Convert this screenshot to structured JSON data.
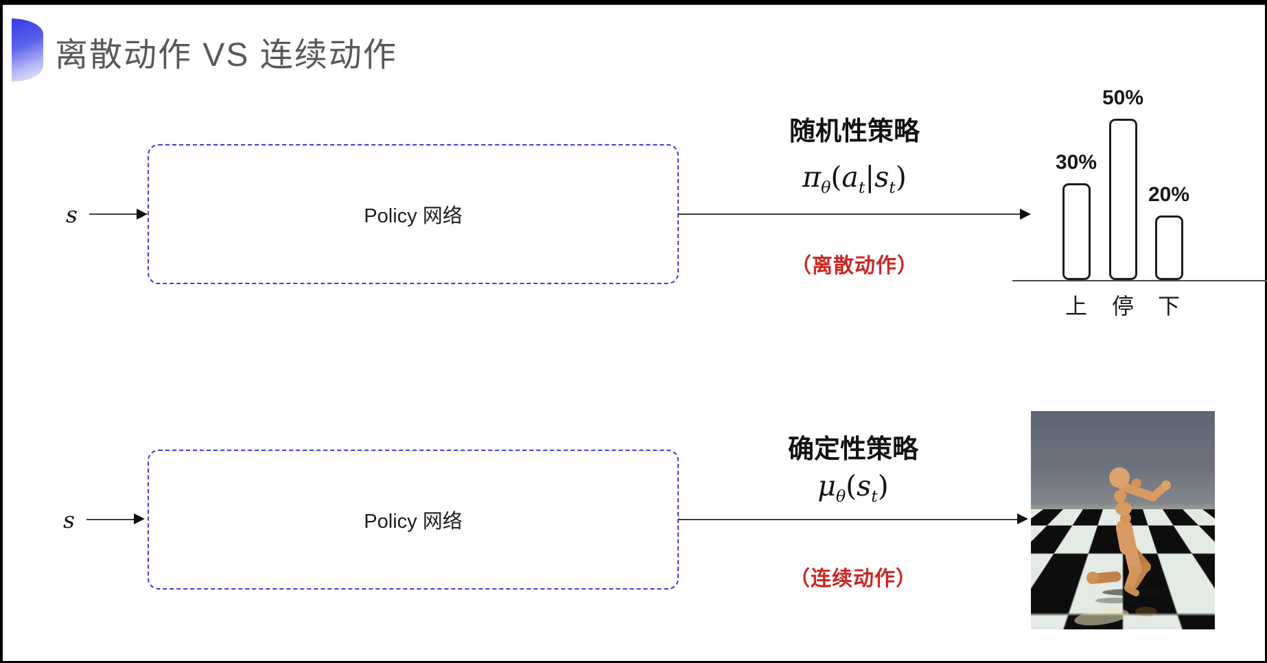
{
  "page": {
    "title": "离散动作 VS 连续动作"
  },
  "colors": {
    "accent_blue": "#3b41e3",
    "box_border_blue": "#3a3ae0",
    "note_red": "#cc2724",
    "text_dark": "#111111",
    "title_gray": "#58585c"
  },
  "top_flow": {
    "input_label": "s",
    "box_label": "Policy 网络",
    "policy_type": "随机性策略",
    "formula": {
      "pi": "π",
      "theta": "θ",
      "open": "(",
      "a": "a",
      "t1": "t",
      "bar": "|",
      "s": "s",
      "t2": "t",
      "close": ")"
    },
    "action_note": "（离散动作）"
  },
  "chart_data": {
    "type": "bar",
    "categories": [
      "上",
      "停",
      "下"
    ],
    "values": [
      30,
      50,
      20
    ],
    "labels": [
      "30%",
      "50%",
      "20%"
    ],
    "unit": "%",
    "title": "",
    "xlabel": "",
    "ylabel": "",
    "grid": false,
    "legend": false,
    "note": "probability of each discrete action"
  },
  "bottom_flow": {
    "input_label": "s",
    "box_label": "Policy 网络",
    "policy_type": "确定性策略",
    "formula": {
      "mu": "μ",
      "theta": "θ",
      "open": "(",
      "s": "s",
      "t": "t",
      "close": ")"
    },
    "action_note": "（连续动作）"
  }
}
